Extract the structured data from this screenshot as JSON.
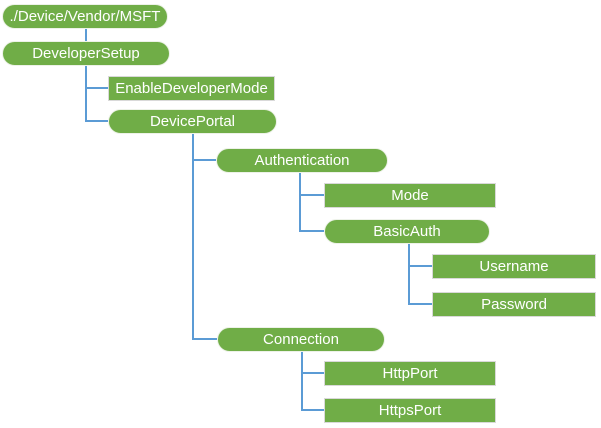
{
  "diagram": {
    "type": "csp-tree",
    "colors": {
      "node_fill": "#70AD47",
      "node_text": "#FFFFFF",
      "connector": "#5B9BD5",
      "rect_border": "#D9D9D9",
      "pill_border": "#EDF2E8"
    },
    "nodes": [
      {
        "label": "./Device/Vendor/MSFT",
        "shape": "pill",
        "parent": null
      },
      {
        "label": "DeveloperSetup",
        "shape": "pill",
        "parent": "./Device/Vendor/MSFT"
      },
      {
        "label": "EnableDeveloperMode",
        "shape": "rect",
        "parent": "DeveloperSetup"
      },
      {
        "label": "DevicePortal",
        "shape": "pill",
        "parent": "DeveloperSetup"
      },
      {
        "label": "Authentication",
        "shape": "pill",
        "parent": "DevicePortal"
      },
      {
        "label": "Mode",
        "shape": "rect",
        "parent": "Authentication"
      },
      {
        "label": "BasicAuth",
        "shape": "pill",
        "parent": "Authentication"
      },
      {
        "label": "Username",
        "shape": "rect",
        "parent": "BasicAuth"
      },
      {
        "label": "Password",
        "shape": "rect",
        "parent": "BasicAuth"
      },
      {
        "label": "Connection",
        "shape": "pill",
        "parent": "DevicePortal"
      },
      {
        "label": "HttpPort",
        "shape": "rect",
        "parent": "Connection"
      },
      {
        "label": "HttpsPort",
        "shape": "rect",
        "parent": "Connection"
      }
    ]
  }
}
